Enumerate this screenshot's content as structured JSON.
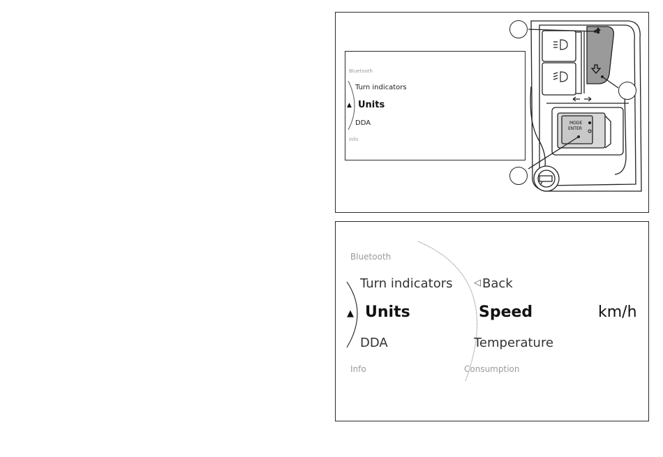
{
  "top_figure": {
    "screen_menu": {
      "above": "Bluetooth",
      "items": [
        "Turn indicators",
        "Units",
        "DDA"
      ],
      "below": "Info",
      "selected_index": 1
    },
    "switch_panel": {
      "mode_label": "MODE",
      "enter_label": "ENTER"
    }
  },
  "bottom_figure": {
    "main_menu": {
      "above": "Bluetooth",
      "items": [
        "Turn indicators",
        "Units",
        "DDA"
      ],
      "below": "Info",
      "selected_index": 1
    },
    "submenu": {
      "back": "Back",
      "items": [
        "Speed",
        "Temperature"
      ],
      "below": "Consumption",
      "selected_value": "km/h"
    }
  }
}
